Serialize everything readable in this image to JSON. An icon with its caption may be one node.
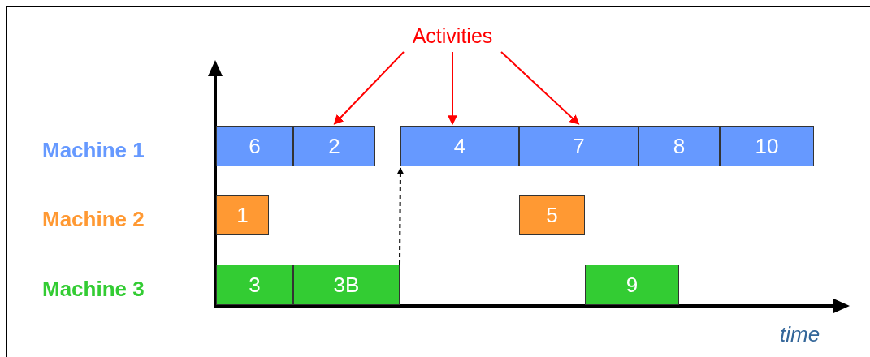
{
  "diagram": {
    "nodes": [
      {
        "text": [
          "Activities"
        ]
      },
      {
        "text": [
          "6"
        ]
      },
      {
        "text": [
          "2"
        ]
      },
      {
        "text": [
          "4"
        ]
      },
      {
        "text": [
          "7"
        ]
      },
      {
        "text": [
          "8"
        ]
      },
      {
        "text": [
          "10"
        ]
      },
      {
        "text": [
          "1"
        ]
      },
      {
        "text": [
          "5"
        ]
      },
      {
        "text": [
          "3"
        ]
      },
      {
        "text": [
          "3B"
        ]
      },
      {
        "text": [
          "9"
        ]
      }
    ],
    "edges": [
      {
        "from": 0,
        "to": 2,
        "arrow": "to",
        "color": "#ff0000"
      },
      {
        "from": 0,
        "to": 3,
        "arrow": "to",
        "color": "#ff0000"
      },
      {
        "from": 0,
        "to": 4,
        "arrow": "to",
        "color": "#ff0000"
      },
      {
        "from": 10,
        "to": 3,
        "arrow": "to",
        "style": "dashed",
        "color": "#000000"
      }
    ],
    "labels": [
      "Machine 1",
      "Machine 2",
      "Machine 3",
      "time"
    ]
  }
}
